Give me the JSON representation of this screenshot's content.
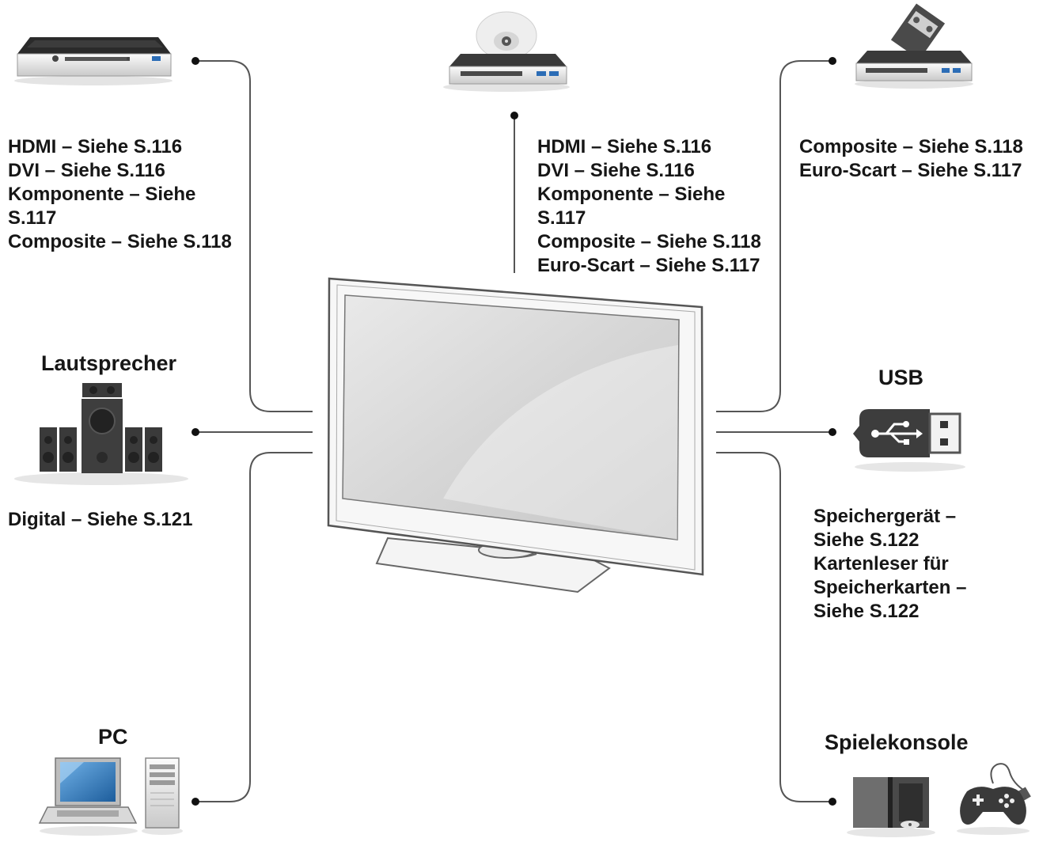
{
  "devices": {
    "bluray": {
      "lines": [
        "HDMI – Siehe S.116",
        "DVI – Siehe S.116",
        "Komponente – Siehe",
        "S.117",
        "Composite – Siehe S.118"
      ]
    },
    "dvd": {
      "lines": [
        "HDMI – Siehe S.116",
        "DVI – Siehe S.116",
        "Komponente – Siehe",
        "S.117",
        "Composite – Siehe S.118",
        "Euro-Scart – Siehe S.117"
      ]
    },
    "vcr": {
      "lines": [
        "Composite – Siehe S.118",
        "Euro-Scart – Siehe S.117"
      ]
    },
    "speaker": {
      "title": "Lautsprecher",
      "lines": [
        "Digital – Siehe S.121"
      ]
    },
    "usb": {
      "title": "USB",
      "lines": [
        "Speichergerät –",
        "Siehe S.122",
        "Kartenleser für",
        "Speicherkarten –",
        "Siehe S.122"
      ]
    },
    "pc": {
      "title": "PC"
    },
    "console": {
      "title": "Spielekonsole"
    }
  },
  "colors": {
    "line": "#555555",
    "text": "#161616",
    "device_dark": "#3a3a3a",
    "device_light": "#e8e8e8",
    "usb_blue": "#1f3b5c"
  },
  "icons": [
    "bluray-player-icon",
    "dvd-player-icon",
    "vcr-icon",
    "speaker-system-icon",
    "tv-icon",
    "usb-stick-icon",
    "laptop-icon",
    "desktop-tower-icon",
    "game-console-icon",
    "gamepad-icon"
  ]
}
